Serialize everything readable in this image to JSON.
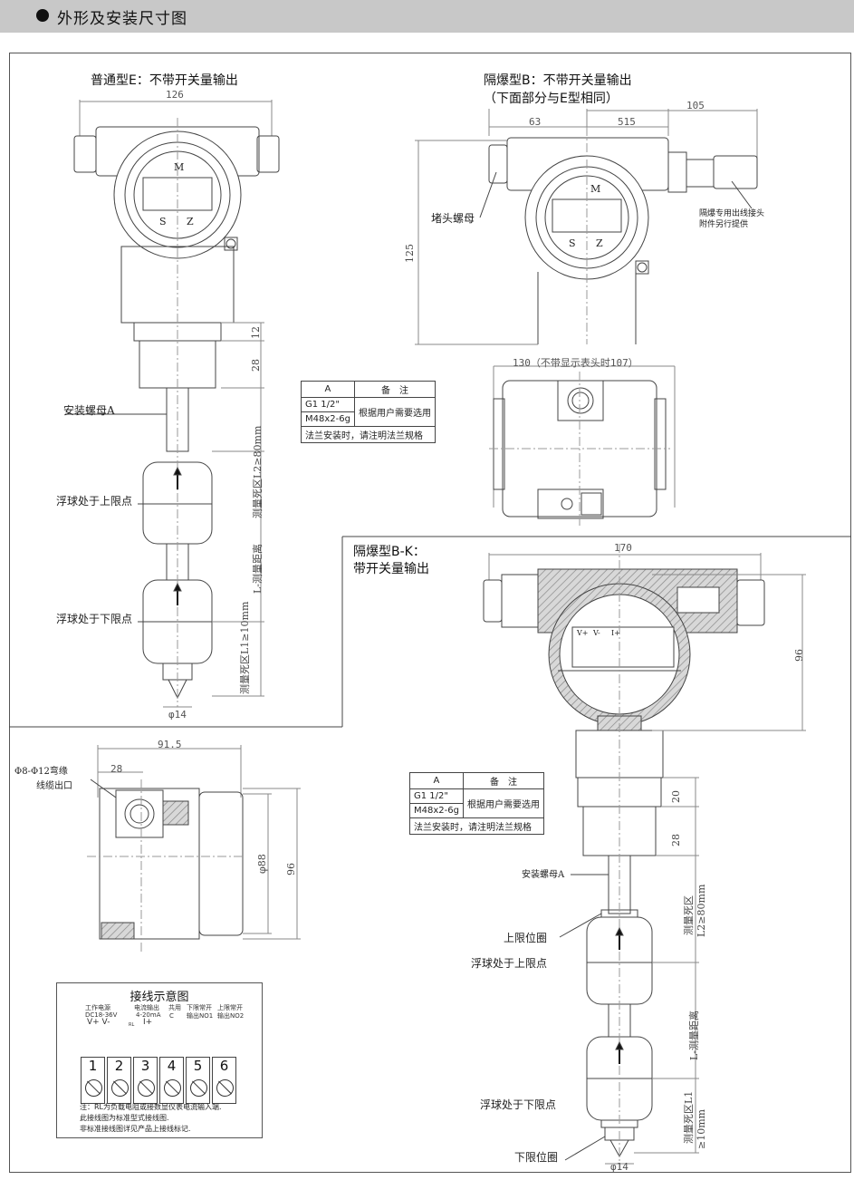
{
  "header": {
    "title": "外形及安装尺寸图"
  },
  "views": {
    "e_title": "普通型E：不带开关量输出",
    "b_title": "隔爆型B：不带开关量输出",
    "b_subtitle": "（下面部分与E型相同）",
    "bk_title1": "隔爆型B-K：",
    "bk_title2": "带开关量输出"
  },
  "dims": {
    "d126": "126",
    "d63": "63",
    "d515": "515",
    "d105": "105",
    "d125": "125",
    "d130": "130（不带显示表头时107）",
    "d170": "170",
    "d96a": "96",
    "d915": "91.5",
    "d28a": "28",
    "d88": "φ88",
    "d96b": "96",
    "e12": "12",
    "e28": "28",
    "e_dead_top": "测量死区L2≥80mm",
    "e_dist": "L-测量距离",
    "e_dead_bot": "测量死区L1≥10mm",
    "e_d14": "φ14",
    "k20": "20",
    "k28": "28",
    "k_dead_top1": "测量死区",
    "k_dead_top2": "L2≥80mm",
    "k_dist": "L-测量距离",
    "k_dead_bot1": "测量死区L1",
    "k_dead_bot2": "≥10mm",
    "k_d14": "φ14"
  },
  "labels": {
    "face_m": "M",
    "face_s": "S",
    "face_z": "Z",
    "plug_screw": "堵头螺母",
    "cable_note1": "隔爆专用出线接头",
    "cable_note2": "附件另行提供",
    "mount_nut_e": "安装螺母A",
    "float_top_e": "浮球处于上限点",
    "float_bot_e": "浮球处于下限点",
    "cable_hole1": "Φ8-Φ12弯缘",
    "cable_hole2": "线缆出口",
    "mount_nut_k": "安装螺母A",
    "upper_ring": "上限位圈",
    "float_top_k": "浮球处于上限点",
    "float_bot_k": "浮球处于下限点",
    "lower_ring": "下限位圈",
    "term_v_plus": "V+",
    "term_v_minus": "V-",
    "term_i_plus": "I+"
  },
  "table1": {
    "h_a": "A",
    "h_note": "备　注",
    "r1": "G1 1/2\"",
    "r2": "M48x2-6g",
    "note": "根据用户需要选用",
    "foot": "法兰安装时，请注明法兰规格"
  },
  "table2": {
    "h_a": "A",
    "h_note": "备　注",
    "r1": "G1 1/2\"",
    "r2": "M48x2-6g",
    "note": "根据用户需要选用",
    "foot": "法兰安装时，请注明法兰规格"
  },
  "wiring": {
    "title": "接线示意图",
    "g1": "工作电源",
    "g1b": "DC18-36V",
    "g1c": "V+  V-",
    "g2": "电流输出",
    "g2b": "4-20mA",
    "g2c": "I+",
    "rl": "RL",
    "g3": "共用",
    "g3b": "C",
    "g4": "下限常开",
    "g4b": "输出NO1",
    "g5": "上限常开",
    "g5b": "输出NO2",
    "terminals": [
      "1",
      "2",
      "3",
      "4",
      "5",
      "6"
    ],
    "note1": "注：RL为负载电阻或接数显仪表电流输入端.",
    "note2": "此接线图为标准型式接线图.",
    "note3": "非标准接线图详见产品上接线标记."
  },
  "colors": {
    "header_bg": "#c8c8c8",
    "line": "#444444",
    "hatch": "#777777"
  }
}
